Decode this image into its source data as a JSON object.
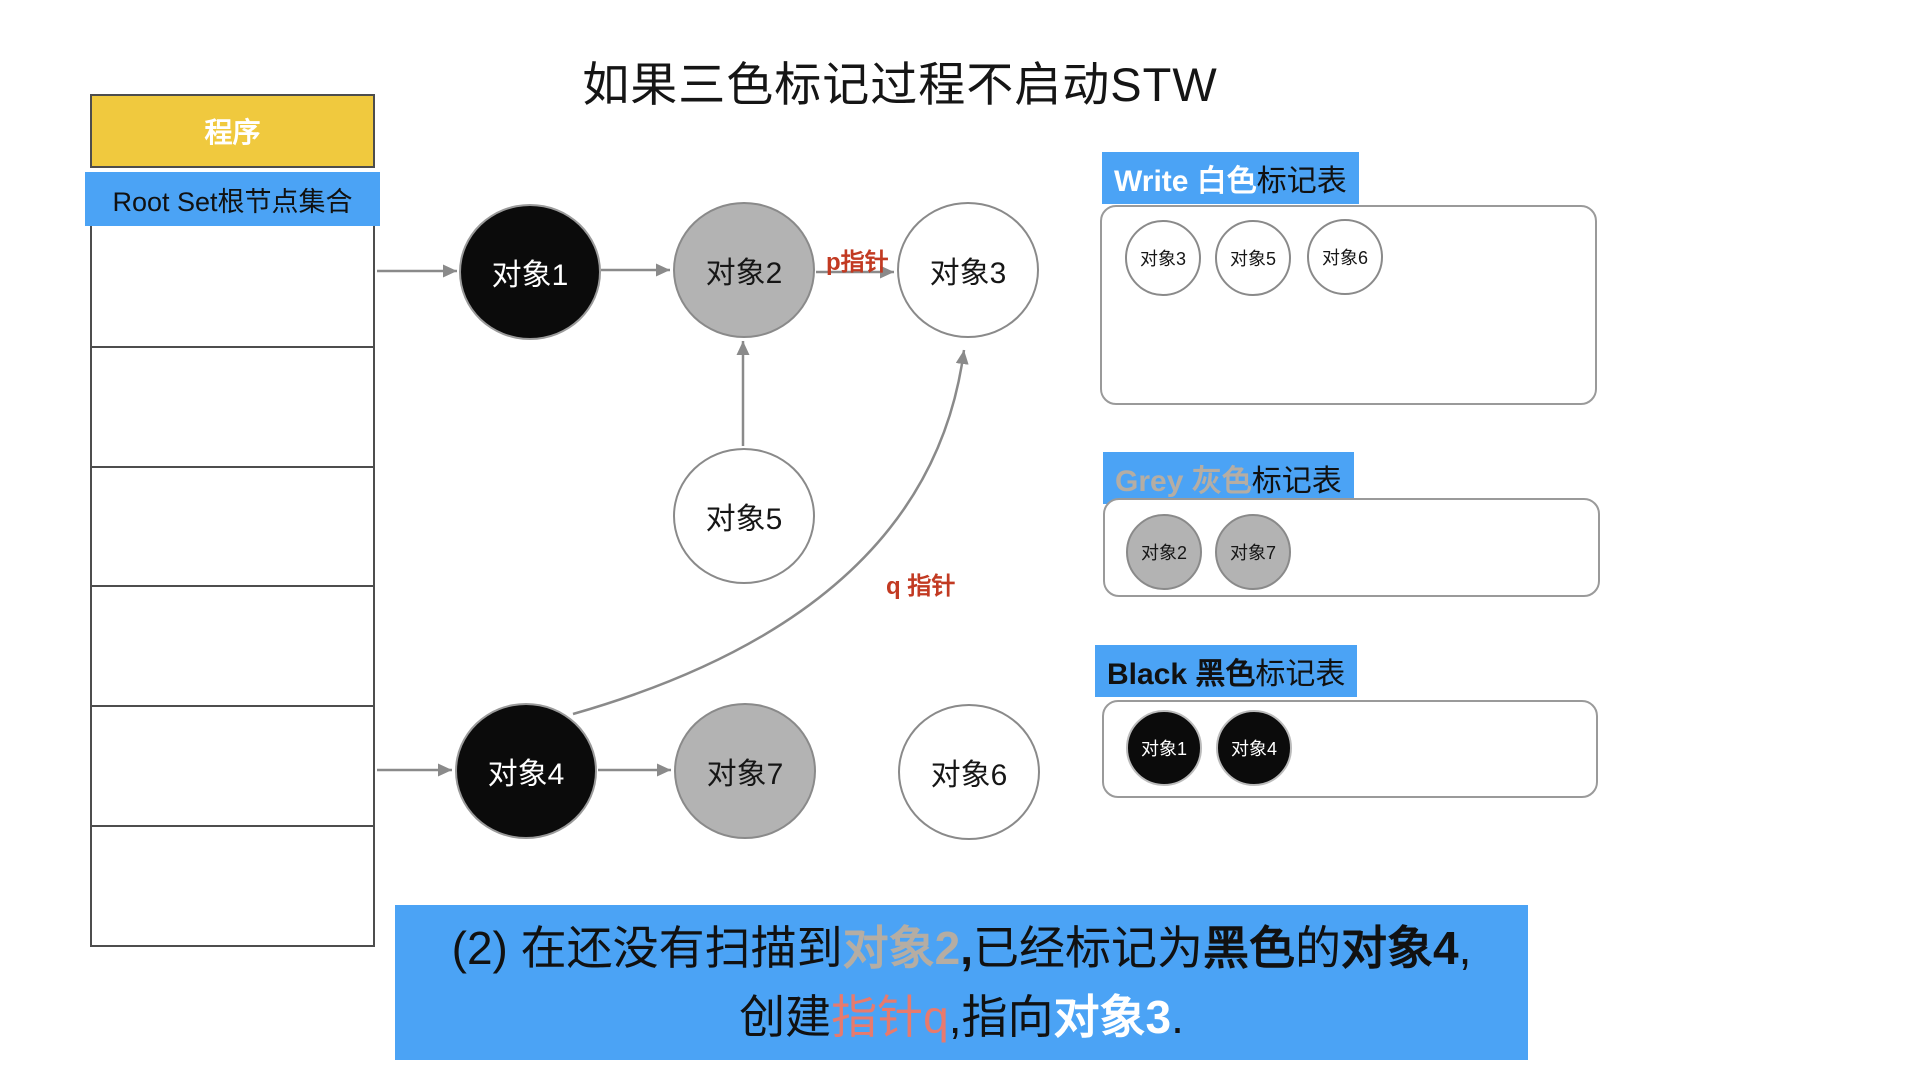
{
  "title": "如果三色标记过程不启动STW",
  "program_table": {
    "header": "程序",
    "root_set": "Root Set根节点集合"
  },
  "graph": {
    "nodes": {
      "obj1": {
        "label": "对象1",
        "color": "black"
      },
      "obj2": {
        "label": "对象2",
        "color": "grey"
      },
      "obj3": {
        "label": "对象3",
        "color": "white"
      },
      "obj4": {
        "label": "对象4",
        "color": "black"
      },
      "obj5": {
        "label": "对象5",
        "color": "white"
      },
      "obj6": {
        "label": "对象6",
        "color": "white"
      },
      "obj7": {
        "label": "对象7",
        "color": "grey"
      }
    },
    "pointer_labels": {
      "p": "p指针",
      "q": "q 指针"
    }
  },
  "mark_tables": {
    "write": {
      "title_en": "Write 白色",
      "title_cn": "标记表",
      "items": [
        "对象3",
        "对象5",
        "对象6"
      ]
    },
    "grey": {
      "title_en": "Grey 灰色",
      "title_cn": "标记表",
      "items": [
        "对象2",
        "对象7"
      ]
    },
    "black": {
      "title_en": "Black 黑色",
      "title_cn": "标记表",
      "items": [
        "对象1",
        "对象4"
      ]
    }
  },
  "banner": {
    "line1": [
      {
        "text": "(2) 在还没有扫描到",
        "style": "normal"
      },
      {
        "text": "对象2",
        "style": "grey-bold"
      },
      {
        "text": ",",
        "style": "bold"
      },
      {
        "text": "已经标记为",
        "style": "normal"
      },
      {
        "text": "黑色",
        "style": "bold"
      },
      {
        "text": "的",
        "style": "normal"
      },
      {
        "text": "对象4",
        "style": "bold"
      },
      {
        "text": ",",
        "style": "normal"
      }
    ],
    "line2": [
      {
        "text": "创建",
        "style": "normal"
      },
      {
        "text": "指针q",
        "style": "salmon"
      },
      {
        "text": ",",
        "style": "normal"
      },
      {
        "text": "指向",
        "style": "normal"
      },
      {
        "text": "对象3",
        "style": "white-bold"
      },
      {
        "text": ".",
        "style": "normal"
      }
    ]
  },
  "colors": {
    "accent_blue": "#4BA3F5",
    "header_yellow": "#F0C93E",
    "pointer_red": "#C23A22",
    "salmon_red": "#E87A6D",
    "grey_text": "#B5ADA3",
    "node_grey": "#B3B3B3",
    "node_black": "#0B0B0B",
    "arrow_grey": "#8A8A8A"
  }
}
